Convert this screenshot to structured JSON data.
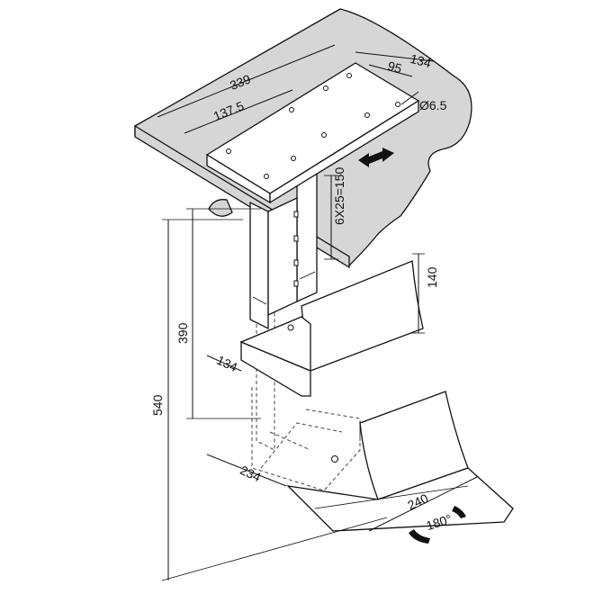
{
  "dimensions": {
    "top_width": "339",
    "top_depth": "134",
    "top_spacing": "137.5",
    "top_hole_spacing": "95",
    "hole_diameter": "Ø6.5",
    "height_adjust": "6X25=150",
    "cradle_height": "140",
    "min_height": "390",
    "max_height": "540",
    "cradle_width": "134",
    "max_width": "234",
    "cradle_depth": "240",
    "rotation": "180°"
  },
  "colors": {
    "line": "#111111",
    "desk": "#d6d6d6",
    "background": "#ffffff"
  }
}
